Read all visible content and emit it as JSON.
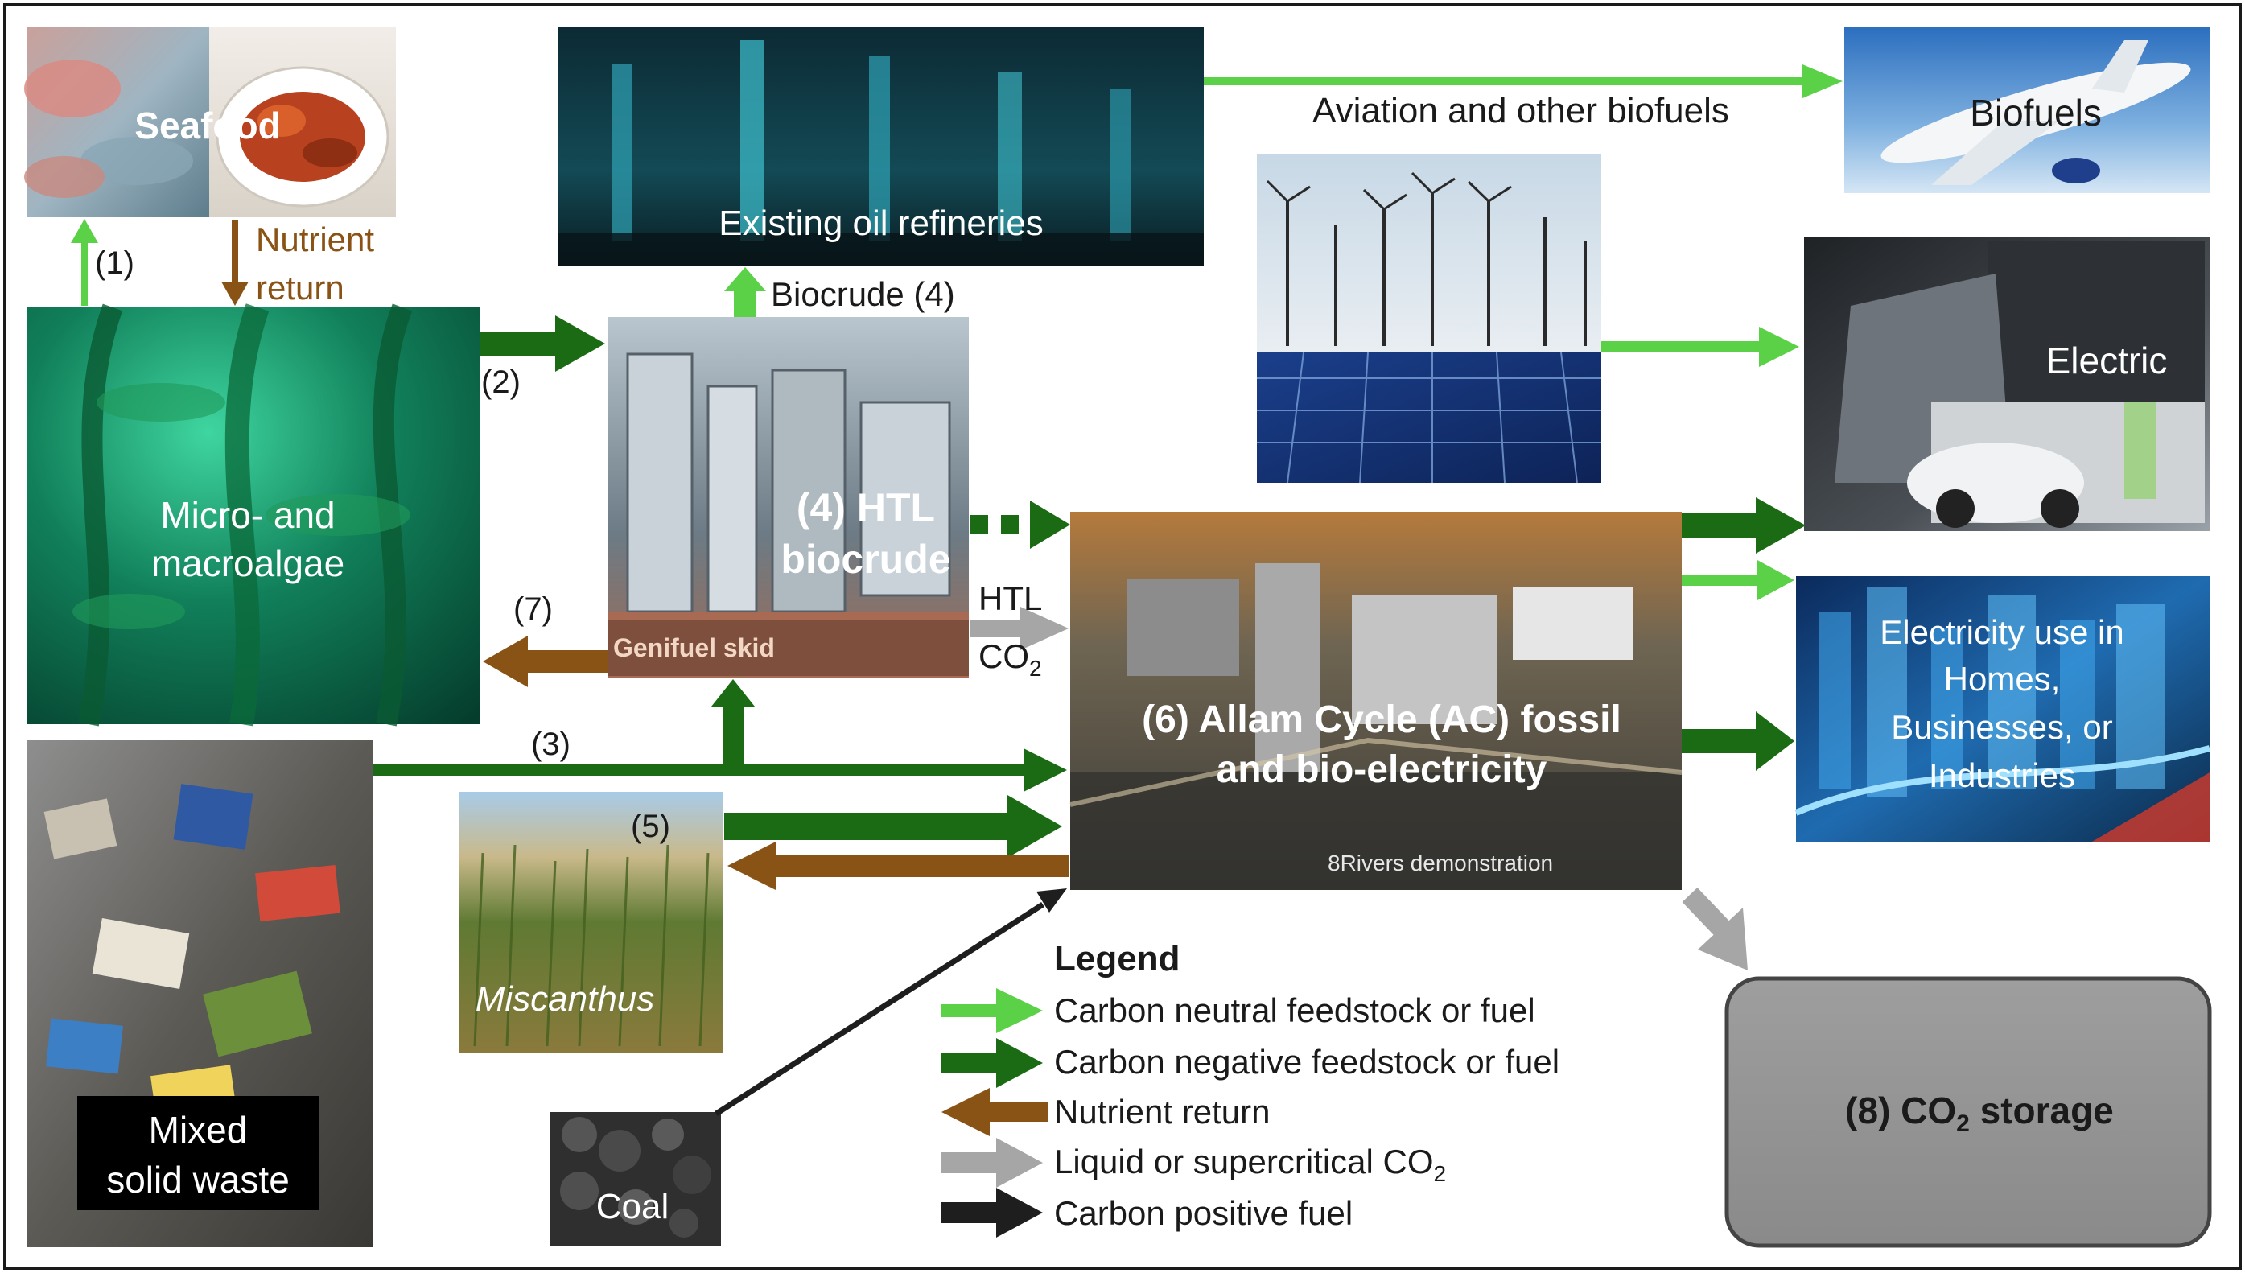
{
  "colors": {
    "carbon_neutral": "#5ad146",
    "carbon_negative": "#1a6b14",
    "nutrient_return": "#8a5316",
    "co2": "#a6a6a6",
    "carbon_positive": "#1e1e1e",
    "nutrient_text": "#8a5316"
  },
  "nodes": {
    "seafood": {
      "label": "Seafood",
      "icon": "fish-crab-photo"
    },
    "algae": {
      "line1": "Micro- and",
      "line2": "macroalgae",
      "icon": "kelp-forest-photo"
    },
    "refineries": {
      "label": "Existing oil refineries",
      "icon": "oil-refinery-photo"
    },
    "htl": {
      "line1": "(4) HTL",
      "line2": "biocrude",
      "skid_label": "Genifuel skid",
      "icon": "htl-skid-photo"
    },
    "biofuels": {
      "label": "Biofuels",
      "icon": "airplane-photo"
    },
    "renewables": {
      "icon": "wind-solar-photo"
    },
    "electric": {
      "label": "Electric",
      "icon": "electric-vehicles-photo"
    },
    "allam": {
      "line1": "(6) Allam Cycle (AC) fossil",
      "line2": "and bio-electricity",
      "caption": "8Rivers demonstration",
      "icon": "power-plant-photo"
    },
    "city": {
      "line1": "Electricity use in",
      "line2": "Homes,",
      "line3": "Businesses, or",
      "line4": "Industries",
      "icon": "city-night-photo"
    },
    "waste": {
      "line1": "Mixed",
      "line2": "solid waste",
      "icon": "trash-pile-photo"
    },
    "miscanthus": {
      "label": "Miscanthus",
      "number": "(5)",
      "icon": "grass-field-photo"
    },
    "coal": {
      "label": "Coal",
      "icon": "coal-lumps-photo"
    },
    "storage": {
      "prefix": "(8) CO",
      "sub": "2",
      "suffix": " storage"
    }
  },
  "flow_labels": {
    "one": "(1)",
    "nutrient_line1": "Nutrient",
    "nutrient_line2": "return",
    "two": "(2)",
    "three": "(3)",
    "seven": "(7)",
    "biocrude": "Biocrude (4)",
    "aviation": "Aviation and other biofuels",
    "htl_co2_line1": "HTL",
    "htl_co2_co": "CO",
    "htl_co2_sub": "2"
  },
  "legend": {
    "title": "Legend",
    "items": [
      {
        "label": "Carbon neutral feedstock or fuel",
        "color_key": "carbon_neutral"
      },
      {
        "label": "Carbon negative feedstock or fuel",
        "color_key": "carbon_negative"
      },
      {
        "label": "Nutrient return",
        "color_key": "nutrient_return"
      },
      {
        "label": "Liquid or supercritical CO",
        "sub": "2",
        "color_key": "co2"
      },
      {
        "label": "Carbon positive fuel",
        "color_key": "carbon_positive"
      }
    ]
  }
}
